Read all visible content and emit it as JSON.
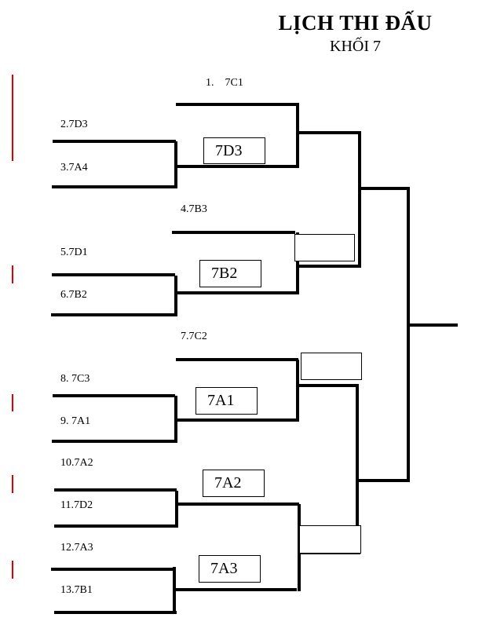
{
  "header": {
    "title": "LỊCH THI ĐẤU",
    "subtitle": "KHỐI  7"
  },
  "teams": [
    "1.    7C1",
    "2.7D3",
    "3.7A4",
    "4.7B3",
    "5.7D1",
    "6.7B2",
    "7.7C2",
    "8. 7C3",
    "9. 7A1",
    "10.7A2",
    "11.7D2",
    "12.7A3",
    "13.7B1"
  ],
  "winners": {
    "match_2_3": "7D3",
    "match_5_6": "7B2",
    "match_8_9": "7A1",
    "match_10_11": "7A2",
    "match_12_13": "7A3",
    "semi_top_bottom": "",
    "semi_upper_mid": "",
    "semi_lower_mid": ""
  },
  "colors": {
    "line": "#000000",
    "marker": "#e00000"
  }
}
